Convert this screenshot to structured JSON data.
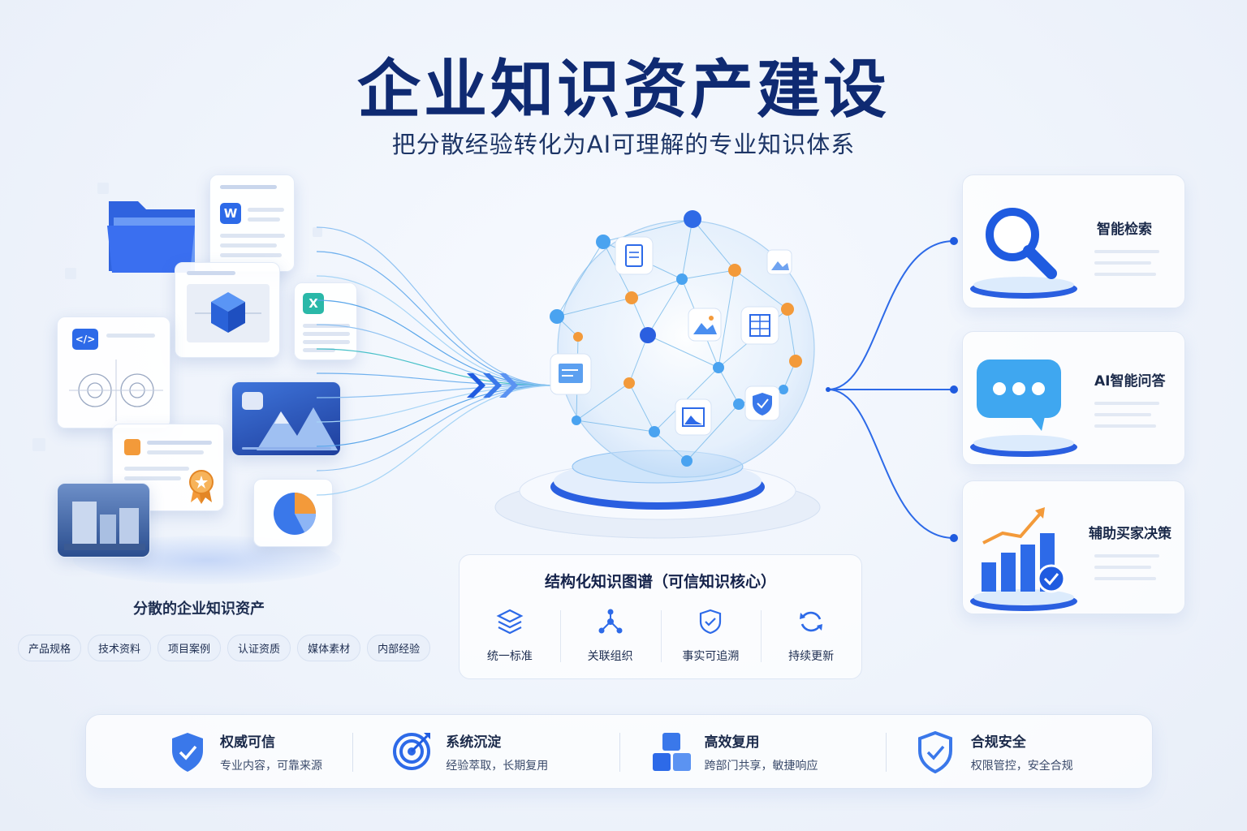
{
  "header": {
    "title": "企业知识资产建设",
    "subtitle": "把分散经验转化为AI可理解的专业知识体系"
  },
  "left": {
    "caption": "分散的企业知识资产",
    "tags": [
      "产品规格",
      "技术资料",
      "项目案例",
      "认证资质",
      "媒体素材",
      "内部经验"
    ],
    "file_badges": {
      "word": "W",
      "excel": "X",
      "code": "</>"
    }
  },
  "center": {
    "panel_title": "结构化知识图谱（可信知识核心）",
    "features": [
      {
        "label": "统一标准",
        "icon": "layers-icon"
      },
      {
        "label": "关联组织",
        "icon": "network-icon"
      },
      {
        "label": "事实可追溯",
        "icon": "shield-check-icon"
      },
      {
        "label": "持续更新",
        "icon": "refresh-icon"
      }
    ]
  },
  "right": {
    "outputs": [
      {
        "label": "智能检索",
        "icon": "search-icon"
      },
      {
        "label": "AI智能问答",
        "icon": "chat-icon"
      },
      {
        "label": "辅助买家决策",
        "icon": "growth-chart-icon"
      }
    ]
  },
  "bottom": {
    "items": [
      {
        "title": "权威可信",
        "desc": "专业内容，可靠来源",
        "icon": "shield-icon"
      },
      {
        "title": "系统沉淀",
        "desc": "经验萃取，长期复用",
        "icon": "target-icon"
      },
      {
        "title": "高效复用",
        "desc": "跨部门共享，敏捷响应",
        "icon": "cubes-icon"
      },
      {
        "title": "合规安全",
        "desc": "权限管控，安全合规",
        "icon": "shield-icon"
      }
    ]
  },
  "colors": {
    "primary": "#1f5be0",
    "title": "#0f2a72",
    "accent_orange": "#f39a3a",
    "light_blue": "#4aa3f0",
    "teal": "#2ab8a8"
  }
}
